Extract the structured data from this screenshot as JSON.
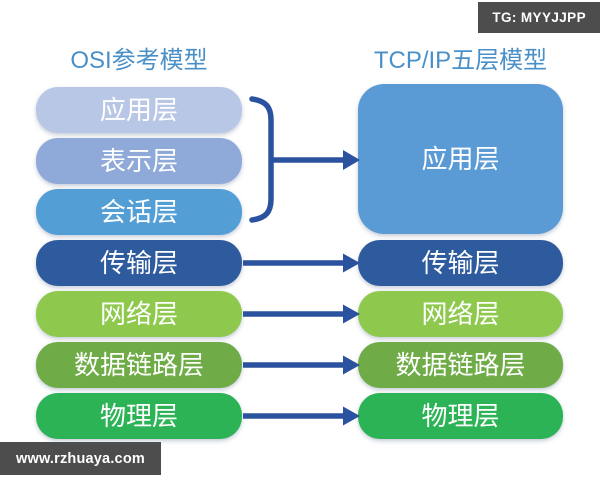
{
  "watermarks": {
    "top": {
      "text": "TG: MYYJJPP",
      "bg": "#4d4d4d",
      "fg": "#ffffff"
    },
    "bottom": {
      "text": "www.rzhuaya.com",
      "bg": "#4d4d4d",
      "fg": "#ffffff"
    }
  },
  "columns": {
    "osi_title": "OSI参考模型",
    "tcpip_title": "TCP/IP五层模型",
    "title_color": "#4a90c8"
  },
  "osi_layers": [
    {
      "label": "应用层",
      "color": "#b9c7e6"
    },
    {
      "label": "表示层",
      "color": "#8fa9d8"
    },
    {
      "label": "会话层",
      "color": "#549ed6"
    },
    {
      "label": "传输层",
      "color": "#2e5b9e"
    },
    {
      "label": "网络层",
      "color": "#8ec94e"
    },
    {
      "label": "数据链路层",
      "color": "#6fac47"
    },
    {
      "label": "物理层",
      "color": "#2cb356"
    }
  ],
  "tcpip_layers": [
    {
      "label": "应用层",
      "color": "#5b9bd5"
    },
    {
      "label": "传输层",
      "color": "#2e5b9e"
    },
    {
      "label": "网络层",
      "color": "#8ec94e"
    },
    {
      "label": "数据链路层",
      "color": "#6fac47"
    },
    {
      "label": "物理层",
      "color": "#2cb356"
    }
  ],
  "connectors": {
    "color": "#2b529e"
  }
}
